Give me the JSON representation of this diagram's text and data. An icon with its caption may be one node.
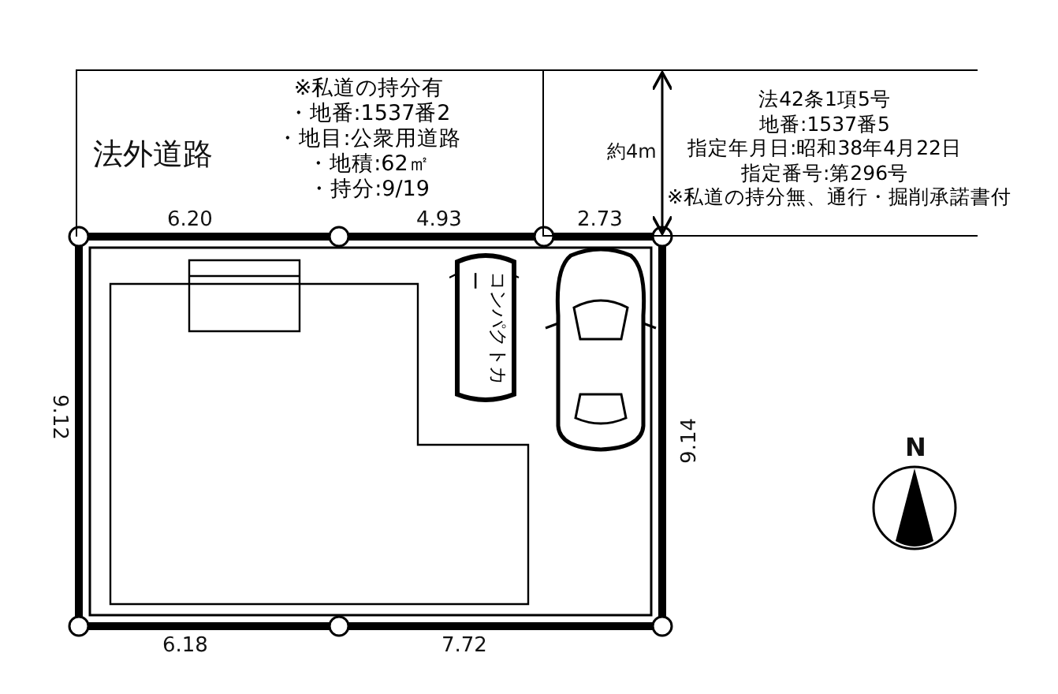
{
  "diagram": {
    "nodes": [
      {
        "text": [
          "法外道路",
          "※私道の持分有",
          "・地番:1537番2",
          "・地目:公衆用道路",
          "・地積:62㎡",
          "・持分:9/19"
        ]
      },
      {
        "text": [
          "法42条1項5号",
          "地番:1537番5",
          "指定年月日:昭和38年4月22日",
          "指定番号:第296号",
          "※私道の持分無、通行・掘削承諾書付"
        ]
      },
      {
        "text": [
          "コンパクトカー"
        ]
      }
    ],
    "edges": [],
    "labels": [
      "約4m",
      "6.20",
      "4.93",
      "2.73",
      "9.12",
      "9.14",
      "N",
      "6.18",
      "7.72"
    ]
  }
}
